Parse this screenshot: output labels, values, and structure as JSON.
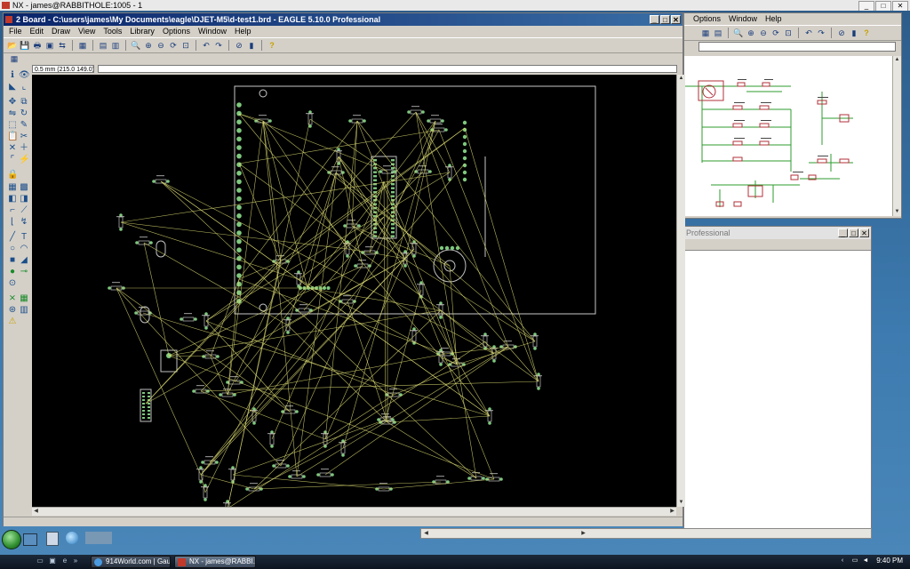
{
  "nx_window": {
    "title": "NX - james@RABBITHOLE:1005 - 1"
  },
  "board_window": {
    "title": "2 Board - C:\\users\\james\\My Documents\\eagle\\DJET-M5\\d-test1.brd - EAGLE 5.10.0 Professional",
    "menu": [
      "File",
      "Edit",
      "Draw",
      "View",
      "Tools",
      "Library",
      "Options",
      "Window",
      "Help"
    ],
    "coord_readout": "0.5 mm (215.0 149.0)",
    "command_line": ""
  },
  "schematic_window": {
    "menu": [
      "Options",
      "Window",
      "Help"
    ]
  },
  "third_window": {
    "title": "Professional"
  },
  "taskbar": {
    "items": [
      {
        "label": "914World.com | Gau...",
        "active": false
      },
      {
        "label": "NX - james@RABBI...",
        "active": true
      }
    ],
    "clock": "9:40 PM",
    "quicklaunch_more": "»"
  },
  "colors": {
    "board_bg": "#000000",
    "airwire": "#d8d870",
    "pad": "#7ec87e",
    "outline": "#c8c8c8",
    "silk": "#c0c0c0",
    "schematic_net": "#2e9b2e",
    "schematic_part": "#b0303a",
    "title_active": "#0a246a"
  }
}
